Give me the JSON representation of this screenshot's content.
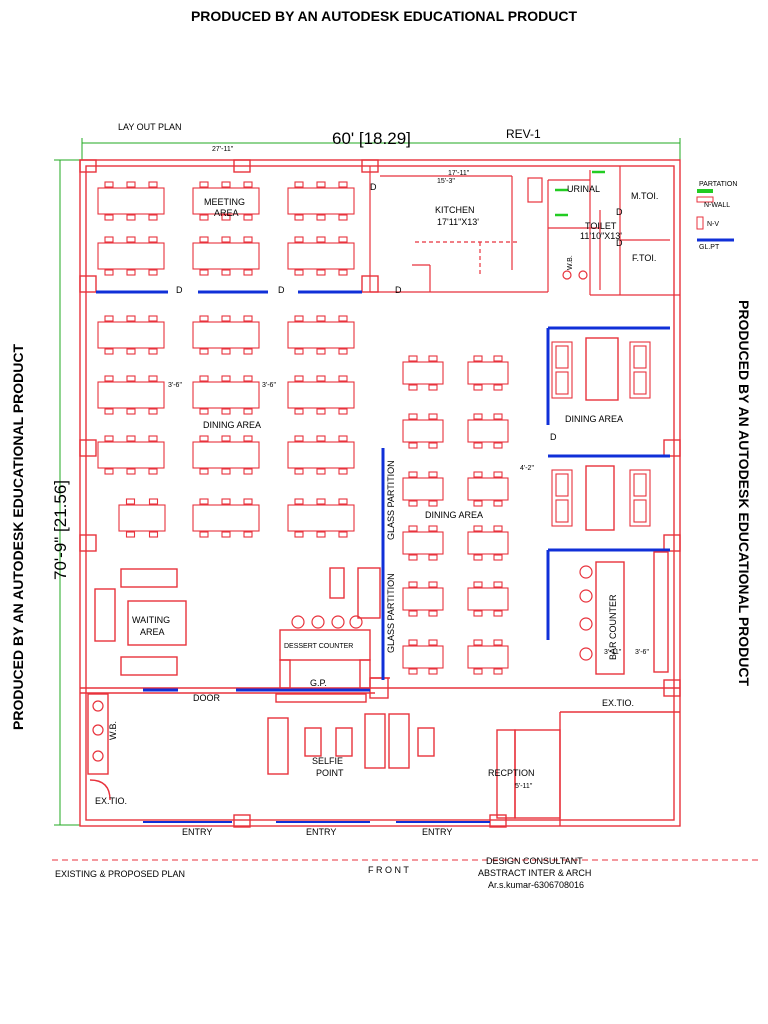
{
  "watermark": "PRODUCED BY AN AUTODESK EDUCATIONAL PRODUCT",
  "title": "LAY OUT PLAN",
  "revision": "REV-1",
  "width_dimension": "60' [18.29]",
  "height_dimension": "70'-9\" [21.56]",
  "rooms": {
    "meeting_area": [
      "MEETING",
      "AREA"
    ],
    "kitchen": [
      "KITCHEN",
      "17'11\"X13'"
    ],
    "urinal": "URINAL",
    "m_toi": "M.TOI.",
    "toilet": [
      "TOILET",
      "11'10\"X13'"
    ],
    "f_toi": "F.TOI.",
    "wb": "W.B.",
    "dining_left": "DINING AREA",
    "dining_right": "DINING AREA",
    "dining_center": "DINING AREA",
    "waiting_area": [
      "WAITING",
      "AREA"
    ],
    "dessert_counter": "DESSERT COUNTER",
    "gp": "G.P.",
    "door": "DOOR",
    "bar_counter": "BAR COUNTER",
    "ex_tio_right": "EX.TIO.",
    "ex_tio_left": "EX.TIO.",
    "selfie_point": [
      "SELFIE",
      "POINT"
    ],
    "reception": "RECPTION",
    "glass_partition": "GLASS PARTITION",
    "door_mark": "D"
  },
  "entries": [
    "ENTRY",
    "ENTRY",
    "ENTRY"
  ],
  "legend": [
    {
      "label": "PARTATION",
      "color": "#22cc22"
    },
    {
      "label": "N-WALL",
      "color": "#e8323c"
    },
    {
      "label": "N-V",
      "color": "#e8323c"
    },
    {
      "label": "GL.PT",
      "color": "#1030d8"
    }
  ],
  "footer": {
    "plan_label": "EXISTING & PROPOSED PLAN",
    "front": "F R O N T",
    "consultant_title": "DESIGN CONSULTANT",
    "consultant_name": "ABSTRACT INTER & ARCH",
    "consultant_contact": "Ar.s.kumar-6306708016"
  },
  "dims": {
    "top_overall": "27'-11\"",
    "kitchen_top": "15'-3\"",
    "kitchen_top2": "17'-11\"",
    "table_gap": "3'-6\"",
    "bar_dim": "3'-11\"",
    "bar_dim2": "3'-6\"",
    "recep_dim": "5'-11\"",
    "dining_dim": "4'-2\""
  },
  "colors": {
    "wall": "#e8323c",
    "glass": "#1030d8",
    "dim": "#22aa22",
    "partition": "#22cc22"
  }
}
